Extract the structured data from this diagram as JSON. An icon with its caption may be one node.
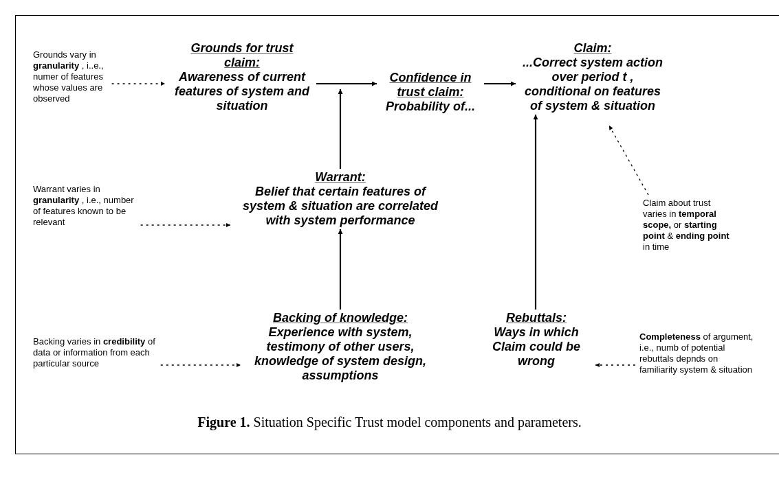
{
  "diagram": {
    "caption": "**Figure 1.** Situation Specific Trust model components and parameters.",
    "nodes": [
      {
        "text": [
          "Grounds vary in **granularity** , i..e., numer of features whose values are observed"
        ]
      },
      {
        "text": [
          "Grounds for trust claim:",
          "Awareness of current features of system and situation"
        ]
      },
      {
        "text": [
          "Confidence in trust claim:",
          "Probability of..."
        ]
      },
      {
        "text": [
          "Claim:",
          "...Correct system action over period t , conditional on features of system & situation"
        ]
      },
      {
        "text": [
          "Warrant varies in **granularity** , i.e., number of features known to be relevant"
        ]
      },
      {
        "text": [
          "Warrant:",
          "Belief that certain features of system & situation are correlated with system performance"
        ]
      },
      {
        "text": [
          "Claim about trust varies in **temporal scope,** or **starting point** & **ending point** in time"
        ]
      },
      {
        "text": [
          "Backing varies in **credibility** of data or information from each particular source"
        ]
      },
      {
        "text": [
          "Backing of knowledge:",
          "Experience with system, testimony of other users, knowledge of system design, assumptions"
        ]
      },
      {
        "text": [
          "Rebuttals:",
          "Ways in which Claim could be wrong"
        ]
      },
      {
        "text": [
          "**Completeness** of argument, i.e., numb of potential rebuttals depnds on familiarity system & situation"
        ]
      }
    ],
    "edges": [
      {
        "from": 0,
        "to": 1,
        "arrow": "to",
        "style": "dashed"
      },
      {
        "from": 1,
        "to": 2,
        "arrow": "to"
      },
      {
        "from": 2,
        "to": 3,
        "arrow": "to"
      },
      {
        "from": 5,
        "to": null,
        "arrow": "to"
      },
      {
        "from": 4,
        "to": 5,
        "arrow": "to",
        "style": "dashed"
      },
      {
        "from": 6,
        "to": 3,
        "arrow": "to",
        "style": "dashed"
      },
      {
        "from": 8,
        "to": 5,
        "arrow": "to"
      },
      {
        "from": 7,
        "to": 8,
        "arrow": "to",
        "style": "dashed"
      },
      {
        "from": 9,
        "to": 3,
        "arrow": "to"
      },
      {
        "from": 10,
        "to": 9,
        "arrow": "to",
        "style": "dashed"
      }
    ]
  }
}
